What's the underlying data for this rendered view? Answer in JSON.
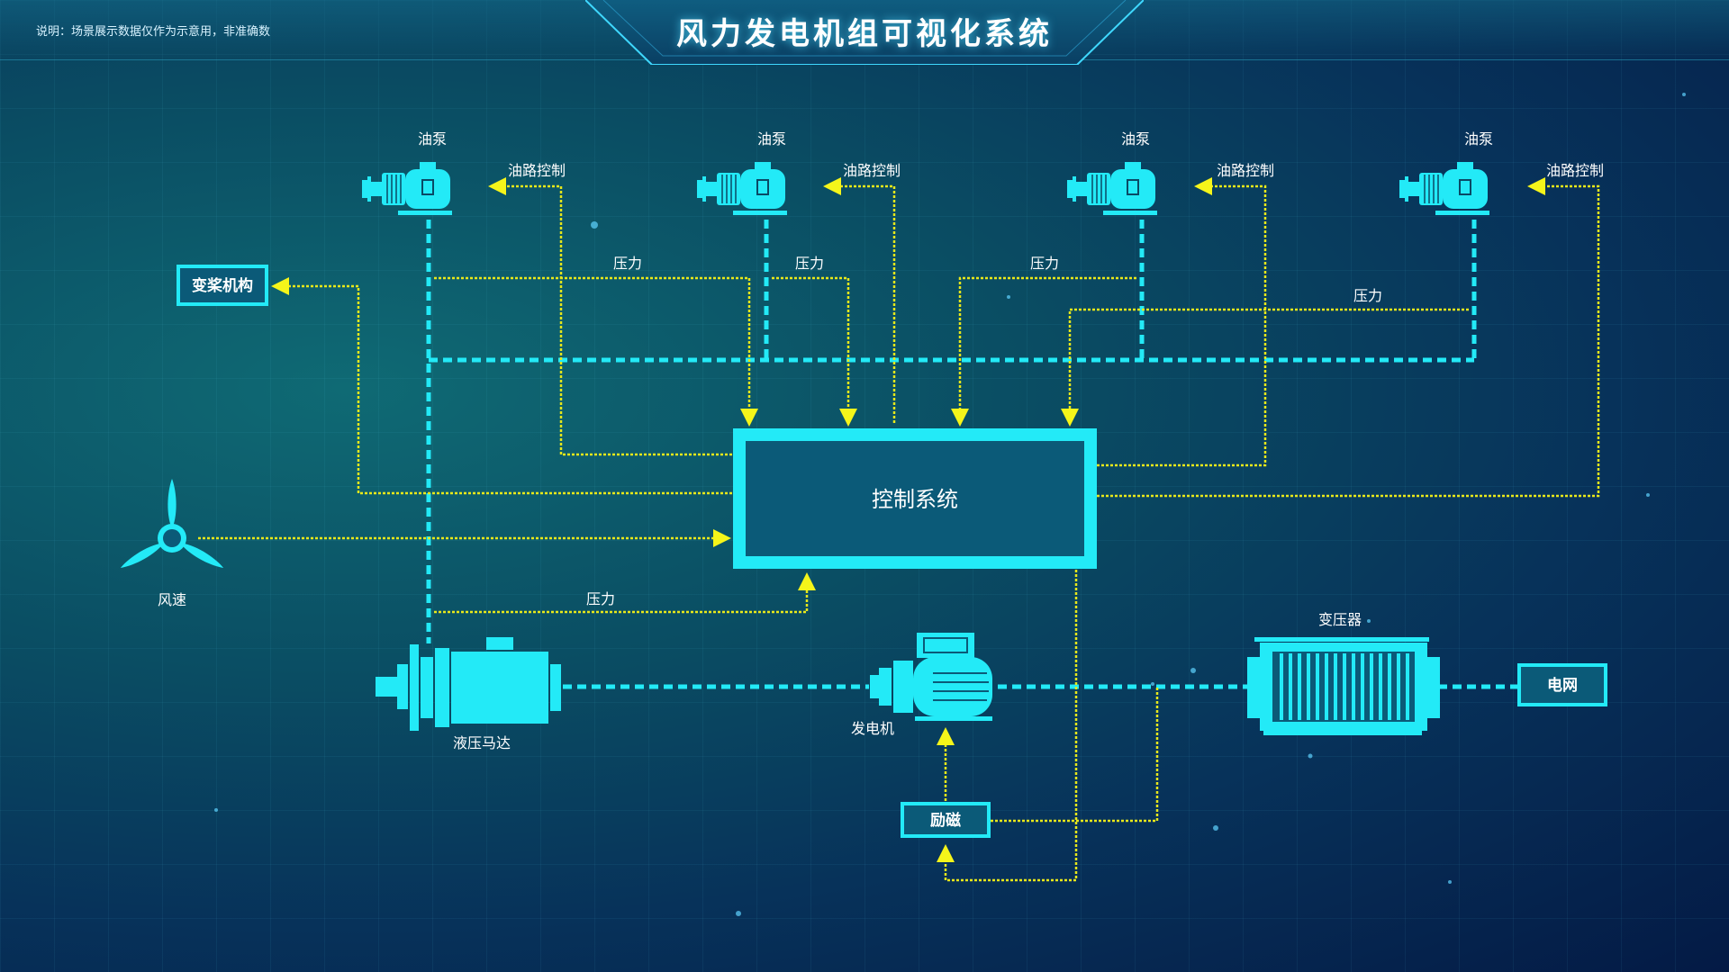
{
  "note": "说明：场景展示数据仅作为示意用，非准确数",
  "title": "风力发电机组可视化系统",
  "pumps": [
    {
      "label": "油泵",
      "control": "油路控制"
    },
    {
      "label": "油泵",
      "control": "油路控制"
    },
    {
      "label": "油泵",
      "control": "油路控制"
    },
    {
      "label": "油泵",
      "control": "油路控制"
    }
  ],
  "pressure_labels": [
    "压力",
    "压力",
    "压力",
    "压力",
    "压力"
  ],
  "pitch_mechanism": "变桨机构",
  "control_system": "控制系统",
  "wind_speed": "风速",
  "hydraulic_motor": "液压马达",
  "generator": "发电机",
  "excitation": "励磁",
  "transformer": "变压器",
  "grid": "电网",
  "colors": {
    "cyan": "#23eaf7",
    "signal": "#e8e81a",
    "box_fill": "#0b5a78"
  }
}
